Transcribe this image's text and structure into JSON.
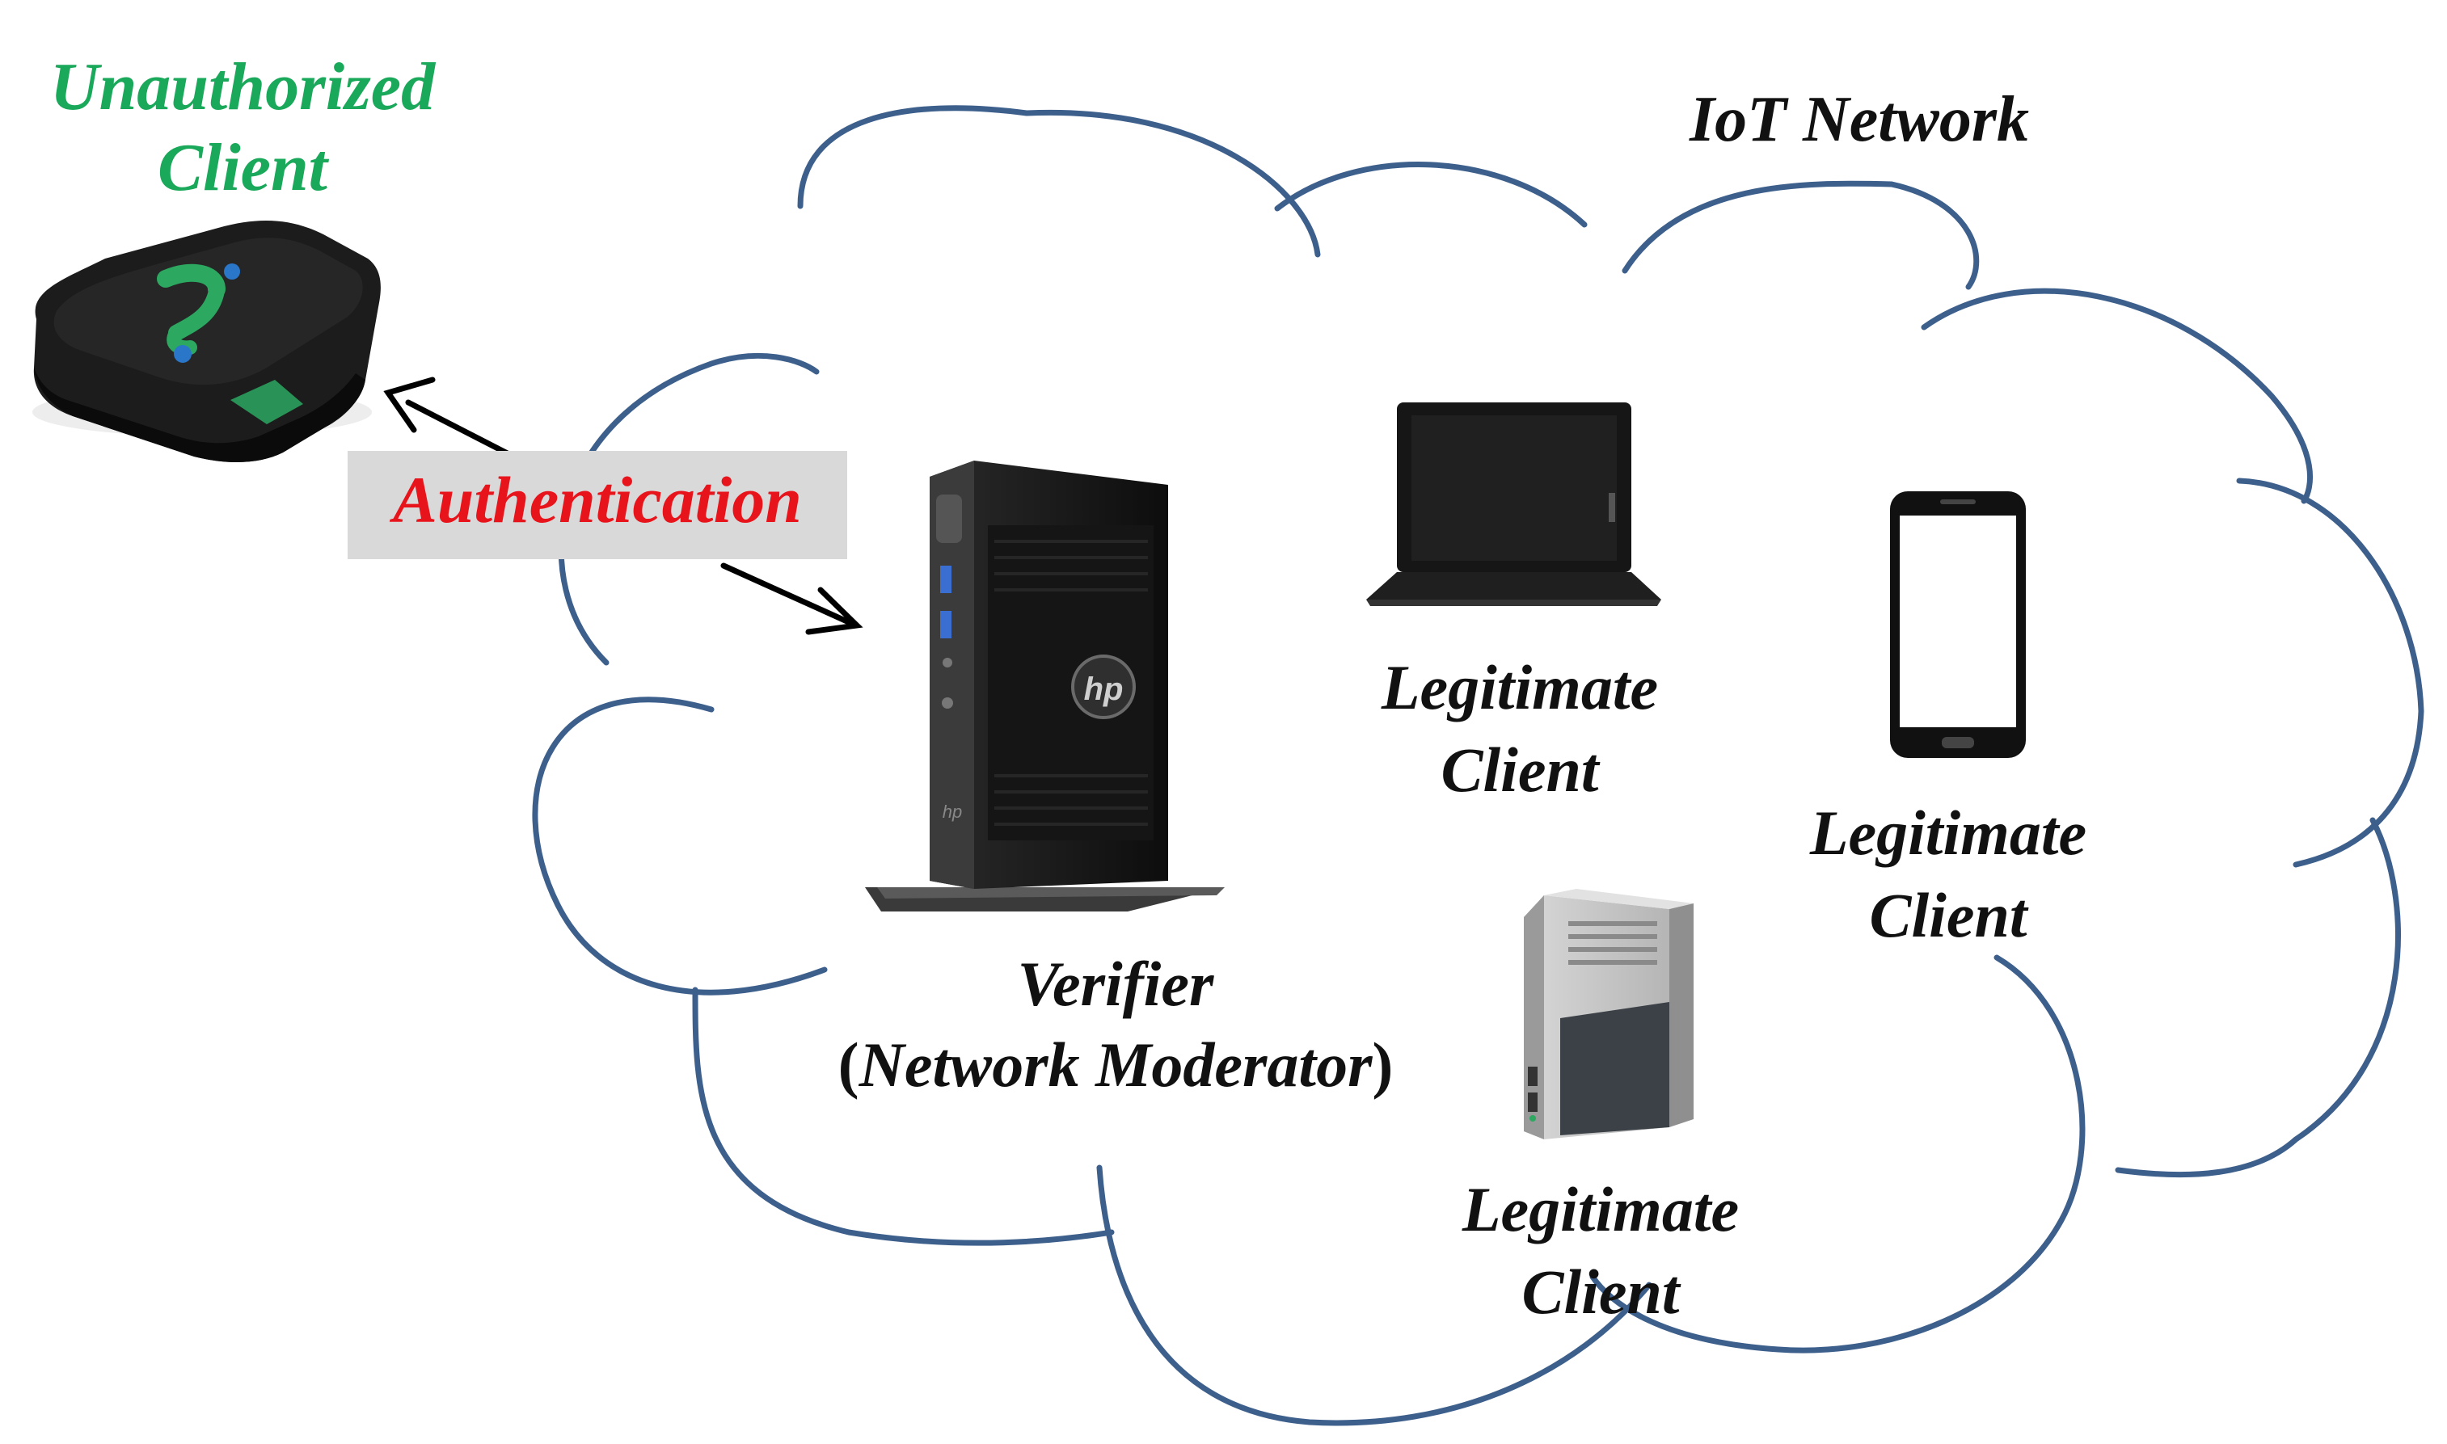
{
  "labels": {
    "unauthorized_client": [
      "Unauthorized",
      "Client"
    ],
    "iot_network": "IoT Network",
    "authentication": "Authentication",
    "verifier": "Verifier",
    "verifier_role_open": "(",
    "verifier_role": "Network Moderator",
    "verifier_role_close": ")",
    "legitimate_client": [
      "Legitimate",
      "Client"
    ]
  },
  "device_marks": {
    "hp_logo": "hp"
  },
  "colors": {
    "unauthorized_text": "#1aa85a",
    "authentication_text": "#e8141b",
    "cloud_stroke": "#3d5f8c",
    "label_text": "#111111",
    "auth_box": "#d9d9d9"
  }
}
